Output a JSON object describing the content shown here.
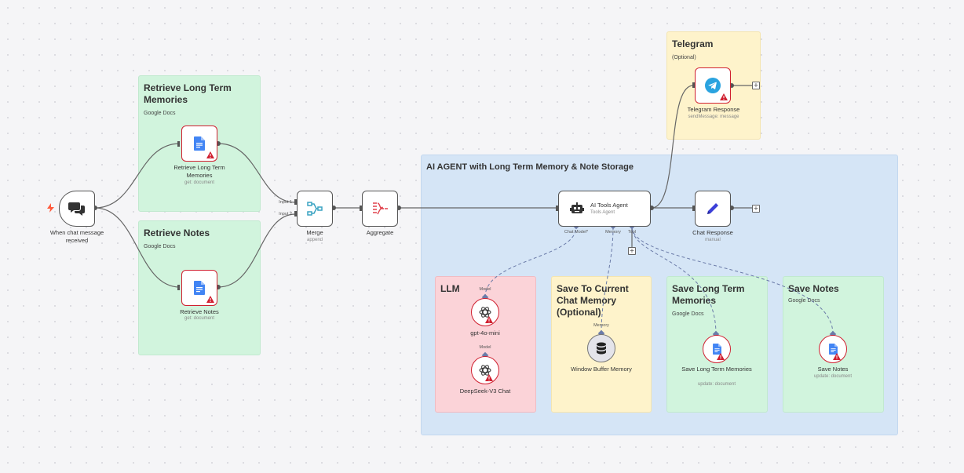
{
  "groups": {
    "retrieve_long_term": {
      "title": "Retrieve Long Term Memories",
      "subtitle": "Google Docs"
    },
    "retrieve_notes": {
      "title": "Retrieve Notes",
      "subtitle": "Google Docs"
    },
    "telegram": {
      "title": "Telegram",
      "subtitle": "(Optional)"
    },
    "agent": {
      "title": "AI AGENT with Long Term Memory & Note Storage"
    },
    "llm": {
      "title": "LLM"
    },
    "chat_memory": {
      "title": "Save To Current Chat Memory (Optional)"
    },
    "save_long_term": {
      "title": "Save Long Term Memories",
      "subtitle": "Google Docs"
    },
    "save_notes": {
      "title": "Save Notes",
      "subtitle": "Google Docs"
    }
  },
  "nodes": {
    "trigger": {
      "label": "When chat message received",
      "icon": "chat-bubbles-icon"
    },
    "retrieve_ltm": {
      "label": "Retrieve Long Term Memories",
      "sub": "get: document",
      "icon": "google-docs-icon"
    },
    "retrieve_notes": {
      "label": "Retrieve Notes",
      "sub": "get: document",
      "icon": "google-docs-icon"
    },
    "merge": {
      "label": "Merge",
      "sub": "append",
      "input1": "Input 1",
      "input2": "Input 2",
      "icon": "merge-icon"
    },
    "aggregate": {
      "label": "Aggregate",
      "icon": "aggregate-icon"
    },
    "agent": {
      "label": "AI Tools Agent",
      "sub": "Tools Agent",
      "port_chat_model": "Chat Model*",
      "port_memory": "Memory",
      "port_tool": "Tool",
      "icon": "robot-icon"
    },
    "telegram": {
      "label": "Telegram Response",
      "sub": "sendMessage: message",
      "icon": "telegram-icon"
    },
    "chat_response": {
      "label": "Chat Response",
      "sub": "manual",
      "icon": "pen-icon"
    },
    "gpt": {
      "label": "gpt-4o-mini",
      "port": "Model",
      "icon": "openai-icon"
    },
    "deepseek": {
      "label": "DeepSeek-V3 Chat",
      "port": "Model",
      "icon": "openai-icon"
    },
    "buffer": {
      "label": "Window Buffer Memory",
      "port": "Memory",
      "icon": "database-icon"
    },
    "save_ltm": {
      "label": "Save Long Term Memories",
      "sub": "update: document",
      "icon": "google-docs-icon"
    },
    "save_notes": {
      "label": "Save Notes",
      "sub": "update: document",
      "icon": "google-docs-icon"
    }
  },
  "colors": {
    "error": "#d02030",
    "docs": "#4285f4",
    "telegram": "#2aa3df",
    "merge": "#3aa3c2",
    "aggregate": "#e0424d"
  }
}
